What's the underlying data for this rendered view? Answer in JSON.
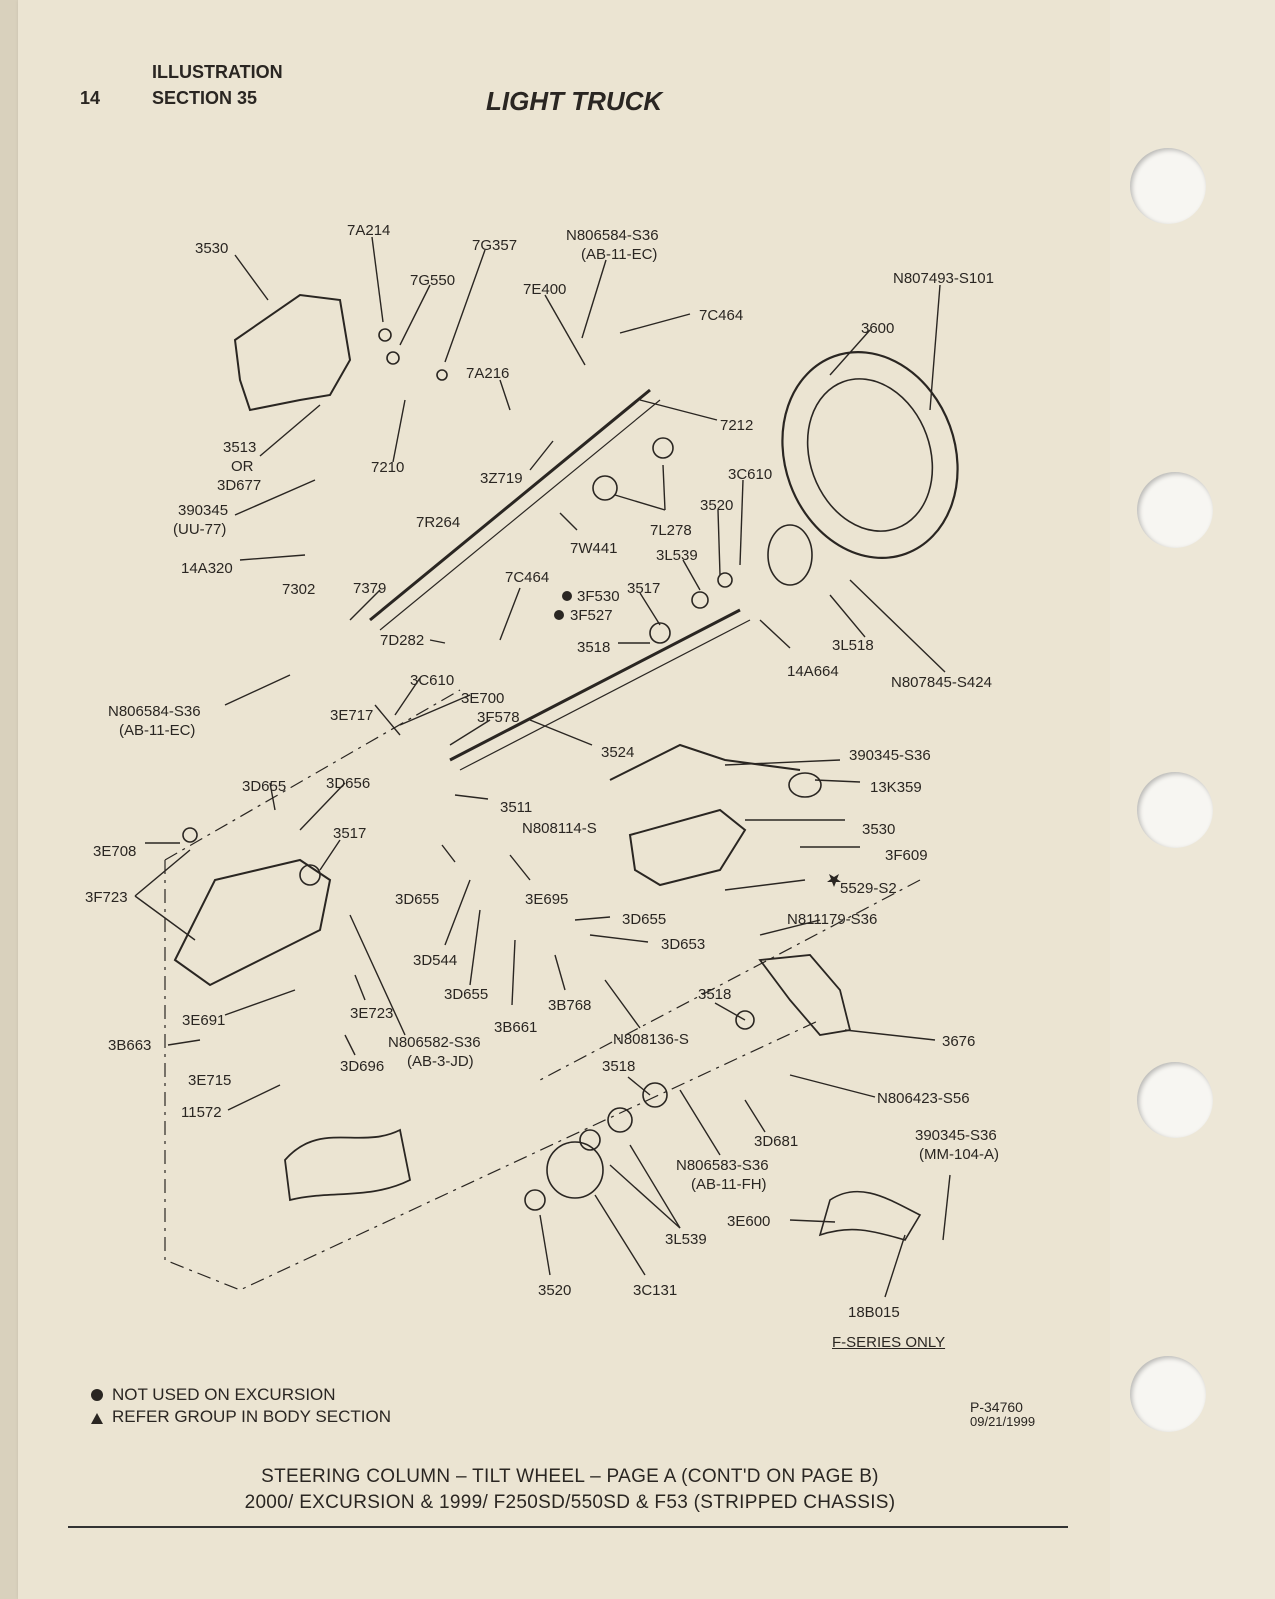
{
  "header": {
    "page_number": "14",
    "line1": "ILLUSTRATION",
    "line2": "SECTION 35",
    "title": "LIGHT TRUCK"
  },
  "labels": [
    "3530",
    "7A214",
    "7G357",
    "N806584-S36",
    "(AB-11-EC)",
    "7G550",
    "7E400",
    "N807493-S101",
    "7C464",
    "3600",
    "7A216",
    "7212",
    "3513",
    "OR",
    "3D677",
    "7210",
    "3Z719",
    "3C610",
    "390345",
    "(UU-77)",
    "3520",
    "7R264",
    "7L278",
    "7W441",
    "14A320",
    "3L539",
    "7302",
    "7379",
    "7C464",
    "3F530",
    "3517",
    "3F527",
    "7D282",
    "3518",
    "14A664",
    "3L518",
    "N807845-S424",
    "N806584-S36",
    "(AB-11-EC)",
    "3C610",
    "3E700",
    "3E717",
    "3F578",
    "3524",
    "390345-S36",
    "13K359",
    "3D655",
    "3D656",
    "3511",
    "N808114-S",
    "3530",
    "3E708",
    "3517",
    "3F609",
    "3F723",
    "3D655",
    "3E695",
    "5529-S2",
    "N811179-S36",
    "3D655",
    "3D653",
    "3D544",
    "3D655",
    "3B768",
    "3518",
    "3B661",
    "3E691",
    "3E723",
    "N808136-S",
    "3676",
    "3B663",
    "N806582-S36",
    "(AB-3-JD)",
    "3D696",
    "3E715",
    "N806423-S56",
    "11572",
    "3518",
    "390345-S36",
    "(MM-104-A)",
    "3D681",
    "N806583-S36",
    "(AB-11-FH)",
    "3E600",
    "3L539",
    "3520",
    "3C131",
    "18B015"
  ],
  "f_series_note": "F-SERIES ONLY",
  "legend": {
    "circle_note": "NOT USED ON EXCURSION",
    "triangle_note": "REFER GROUP IN BODY SECTION"
  },
  "part_number": "P-34760",
  "date": "09/21/1999",
  "caption": {
    "line1": "STEERING COLUMN – TILT WHEEL – PAGE A (CONT'D ON PAGE B)",
    "line2": "2000/ EXCURSION & 1999/ F250SD/550SD & F53 (STRIPPED CHASSIS)"
  },
  "colors": {
    "paper": "#ebe4d2",
    "ink": "#2a2622",
    "background": "#d9d1bd"
  }
}
